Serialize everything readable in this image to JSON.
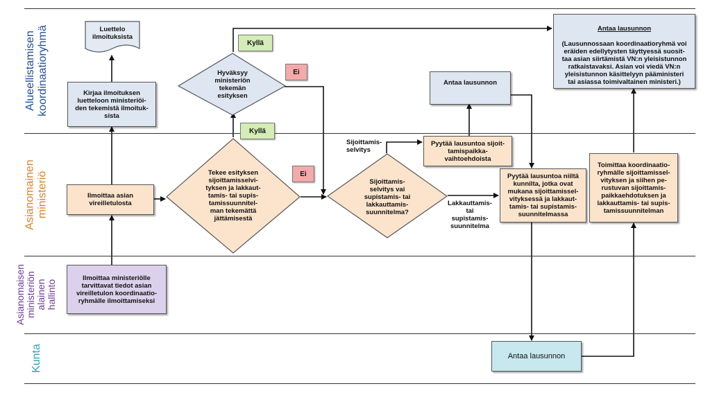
{
  "lanes": [
    {
      "label": "Alueellistamisen\nkoordinaatioryhmä",
      "color": "#1f4e9a"
    },
    {
      "label": "Asianomainen\nministeriö",
      "color": "#d9822b"
    },
    {
      "label": "Asianomaisen\nministeriön\nalainen\nhallinto",
      "color": "#6a3d9a"
    },
    {
      "label": "Kunta",
      "color": "#2aa3b8"
    }
  ],
  "nodes": {
    "document": "Luettelo\nilmoituksista",
    "kirjaa": "Kirjaa ilmoituksen\nluetteloon ministeriöi-\nden tekemistä ilmoituk-\nsista",
    "hyvaksyy": "Hyväksyy\nministeriön\ntekemän\nesityksen",
    "antaa_top_title": "Antaa lausunnon",
    "antaa_top_body": "(Lausunnossaan koordinaatioryhmä voi\neräiden edellytysten täyttyessä suosit-\ntaa asian siirtämistä VN:n yleisistunnon\nratkaistavaksi. Asian voi viedä VN:n\nyleisistunnon käsittelyyn pääministeri\ntai asiassa toimivaltainen ministeri.)",
    "antaa_mid": "Antaa lausunnon",
    "ilmoittaa_asian": "Ilmoittaa asian\nvireilletulosta",
    "tekee": "Tekee esityksen\nsijoittamisselvi-\ntyksen ja lakkaut-\ntamis- tai supis-\ntamissuunnitel-\nman tekemättä\njättämisestä",
    "sijoittamis_decision": "Sijoittamis-\nselvitys vai\nsupistamis- tai\nlakkauttamis-\nsuunnitelma?",
    "pyytaa_vaihto": "Pyytää lausuntoa sijoit-\ntamispaikka-\nvaihtoehdoista",
    "pyytaa_kunnilta": "Pyytää lausuntoa niiltä\nkunnilta, jotka ovat\nmukana sijoittamissel-\nvityksessä ja lakkaut-\ntamis- tai supistamis-\nsuunnitelmassa",
    "toimittaa": "Toimittaa koordinaatio-\nryhmälle sijoittamissel-\nvityksen ja siihen pe-\nrustuvan sijoittamis-\npaikkaehdotuksen ja\nlakkauttamis- tai supis-\ntamissuunnitelman",
    "ilmoittaa_ministeriolle": "Ilmoittaa ministeriölle\ntarvittavat tiedot asian\nvireilletulon koordinaatio-\nryhmälle ilmoittamiseksi",
    "antaa_kunta": "Antaa lausunnon"
  },
  "tags": {
    "kylla_top": "Kyllä",
    "ei_top": "Ei",
    "kylla_mid": "Kyllä",
    "ei_mid": "Ei"
  },
  "edge_labels": {
    "sijoittamisselvitys": "Sijoittamis-\nselvitys",
    "lakkauttamis": "Lakkauttamis-\ntai\nsupistamis-\nsuunnitelma"
  }
}
